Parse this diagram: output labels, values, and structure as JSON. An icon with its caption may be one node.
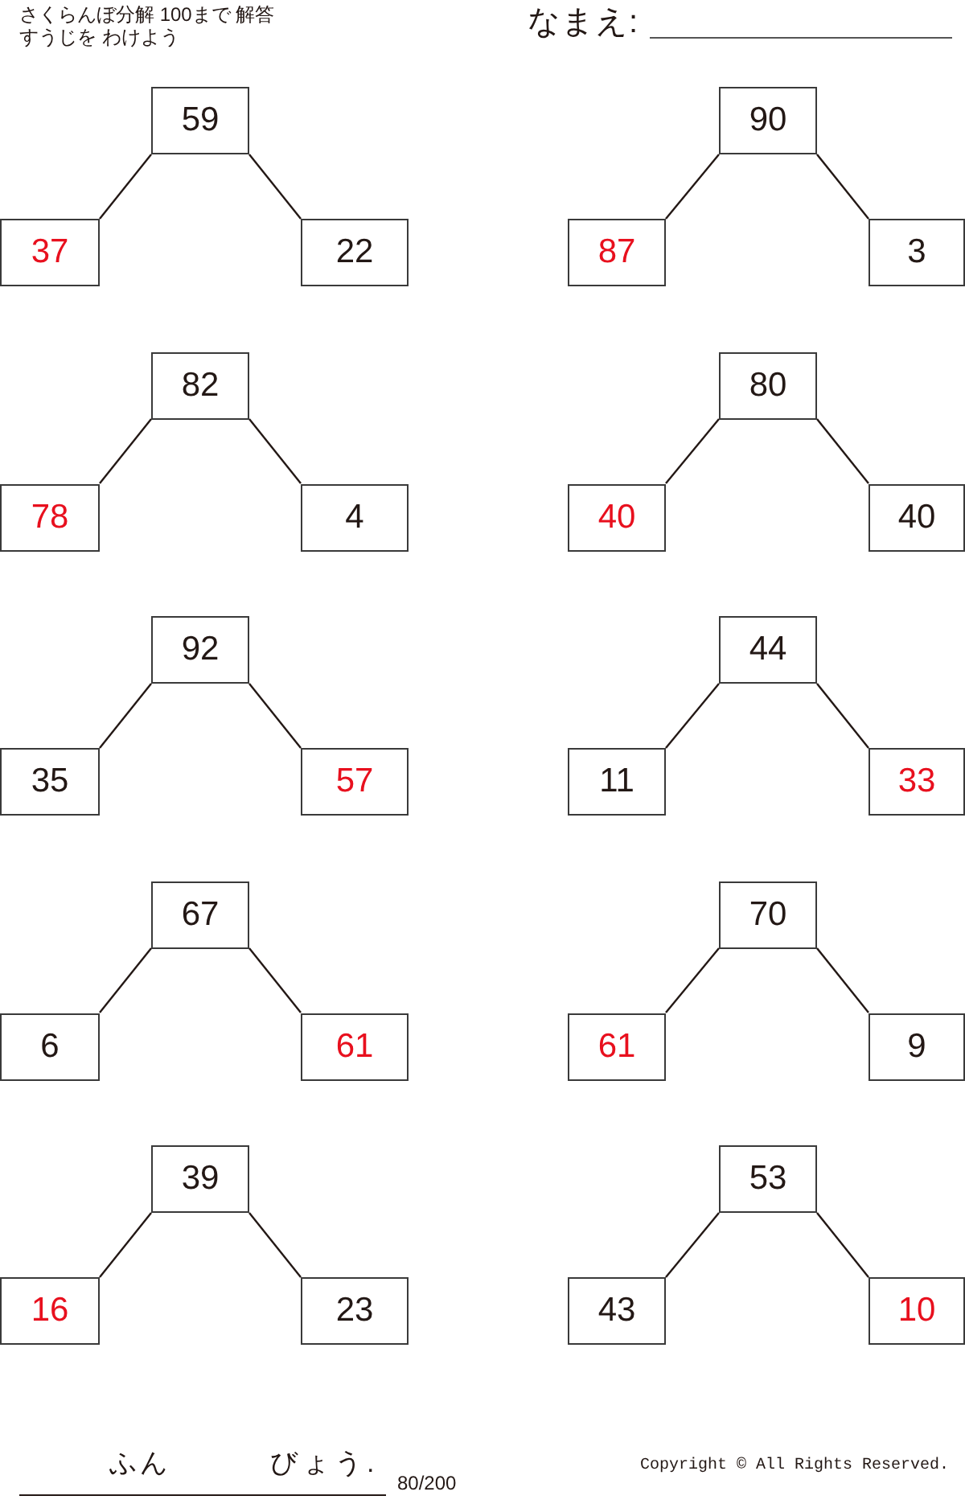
{
  "diagram": {
    "title": "さくらんぼ分解 100まで 解答",
    "nodes": [
      {
        "text": [
          "59"
        ]
      },
      {
        "text": [
          "37"
        ]
      },
      {
        "text": [
          "22"
        ]
      },
      {
        "text": [
          "90"
        ]
      },
      {
        "text": [
          "87"
        ]
      },
      {
        "text": [
          "3"
        ]
      },
      {
        "text": [
          "82"
        ]
      },
      {
        "text": [
          "78"
        ]
      },
      {
        "text": [
          "4"
        ]
      },
      {
        "text": [
          "80"
        ]
      },
      {
        "text": [
          "40"
        ]
      },
      {
        "text": [
          "40"
        ]
      },
      {
        "text": [
          "92"
        ]
      },
      {
        "text": [
          "35"
        ]
      },
      {
        "text": [
          "57"
        ]
      },
      {
        "text": [
          "44"
        ]
      },
      {
        "text": [
          "11"
        ]
      },
      {
        "text": [
          "33"
        ]
      },
      {
        "text": [
          "67"
        ]
      },
      {
        "text": [
          "6"
        ]
      },
      {
        "text": [
          "61"
        ]
      },
      {
        "text": [
          "70"
        ]
      },
      {
        "text": [
          "61"
        ]
      },
      {
        "text": [
          "9"
        ]
      },
      {
        "text": [
          "39"
        ]
      },
      {
        "text": [
          "16"
        ]
      },
      {
        "text": [
          "23"
        ]
      },
      {
        "text": [
          "53"
        ]
      },
      {
        "text": [
          "43"
        ]
      },
      {
        "text": [
          "10"
        ]
      }
    ],
    "edges": [
      {
        "from": 0,
        "to": 1,
        "arrow": "none"
      },
      {
        "from": 0,
        "to": 2,
        "arrow": "none"
      },
      {
        "from": 3,
        "to": 4,
        "arrow": "none"
      },
      {
        "from": 3,
        "to": 5,
        "arrow": "none"
      },
      {
        "from": 6,
        "to": 7,
        "arrow": "none"
      },
      {
        "from": 6,
        "to": 8,
        "arrow": "none"
      },
      {
        "from": 9,
        "to": 10,
        "arrow": "none"
      },
      {
        "from": 9,
        "to": 11,
        "arrow": "none"
      },
      {
        "from": 12,
        "to": 13,
        "arrow": "none"
      },
      {
        "from": 12,
        "to": 14,
        "arrow": "none"
      },
      {
        "from": 15,
        "to": 16,
        "arrow": "none"
      },
      {
        "from": 15,
        "to": 17,
        "arrow": "none"
      },
      {
        "from": 18,
        "to": 19,
        "arrow": "none"
      },
      {
        "from": 18,
        "to": 20,
        "arrow": "none"
      },
      {
        "from": 21,
        "to": 22,
        "arrow": "none"
      },
      {
        "from": 21,
        "to": 23,
        "arrow": "none"
      },
      {
        "from": 24,
        "to": 25,
        "arrow": "none"
      },
      {
        "from": 24,
        "to": 26,
        "arrow": "none"
      },
      {
        "from": 27,
        "to": 28,
        "arrow": "none"
      },
      {
        "from": 27,
        "to": 29,
        "arrow": "none"
      }
    ],
    "labels": [
      "すうじを わけよう",
      "なまえ:",
      "ふん",
      "びょう.",
      "80/200",
      "Copyright © All Rights Reserved."
    ]
  }
}
